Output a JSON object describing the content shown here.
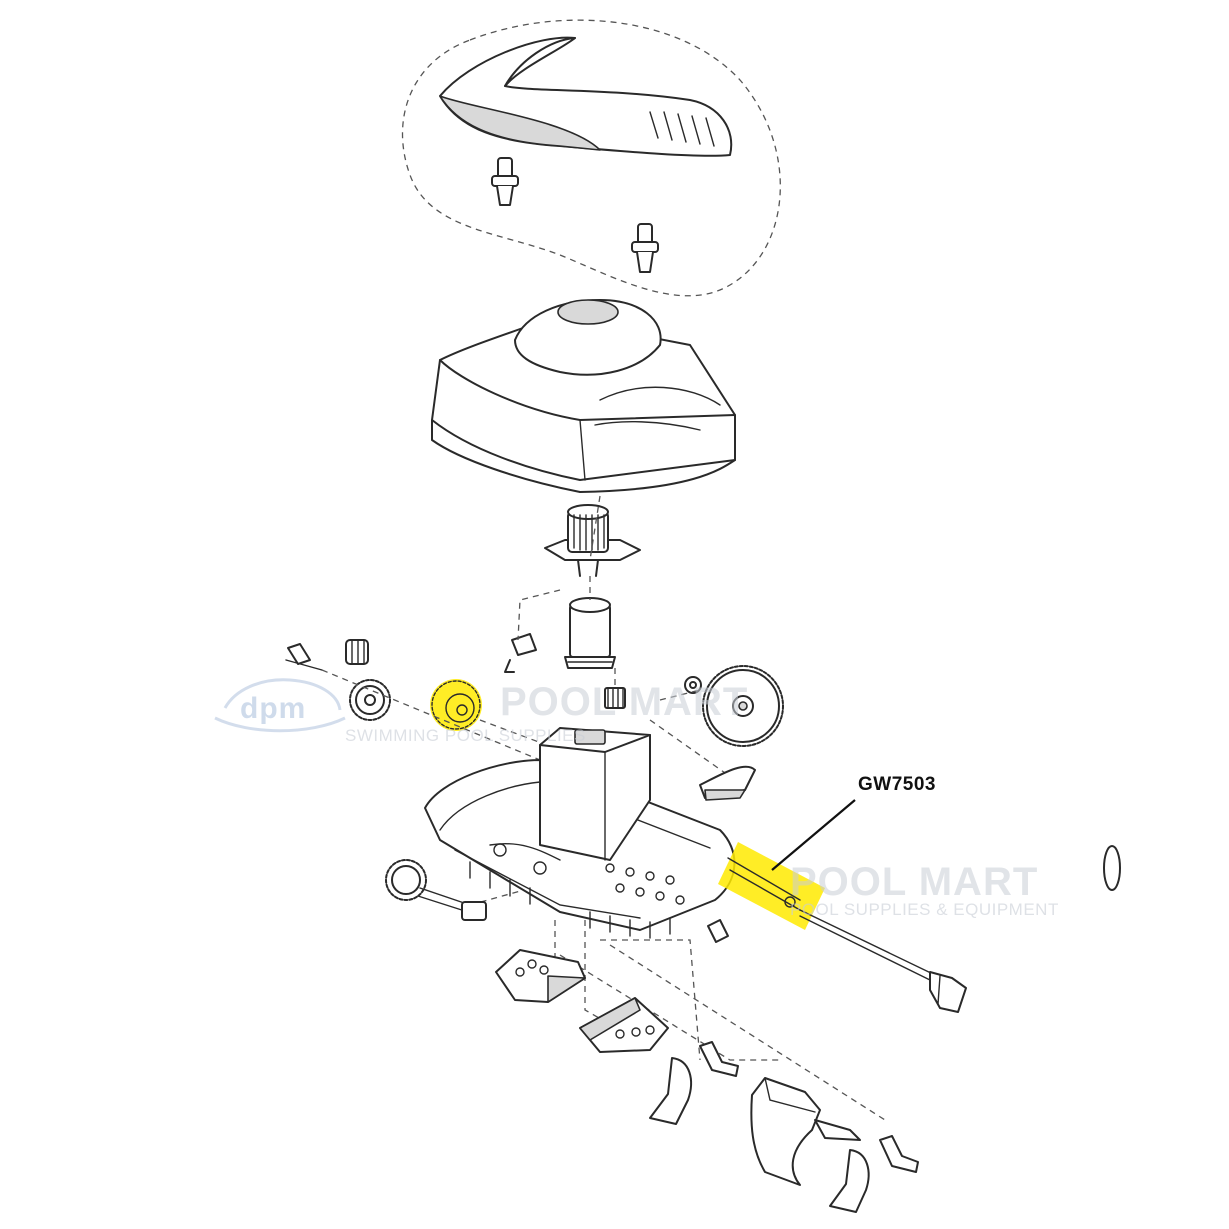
{
  "callout": {
    "part_label": "GW7503"
  },
  "watermark": {
    "logo_letters": "dpm",
    "brand_left": "POOL MART",
    "brand_left_sub": "SWIMMING POOL SUPPLIES",
    "brand_right": "POOL MART",
    "brand_right_sub": "POOL SUPPLIES & EQUIPMENT"
  },
  "colors": {
    "highlight": "#ffea00",
    "line": "#2a2a2a",
    "watermark": "#c9ced6"
  }
}
